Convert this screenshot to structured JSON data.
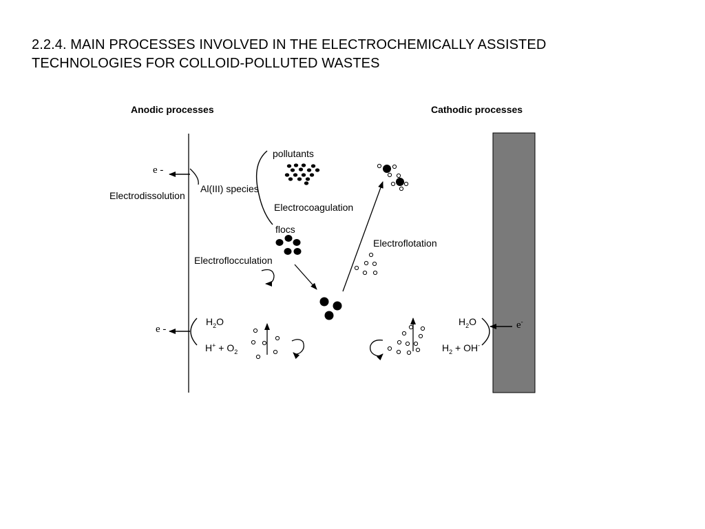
{
  "title": {
    "line1": "2.2.4. MAIN PROCESSES INVOLVED IN THE ELECTROCHEMICALLY ASSISTED",
    "line2": "TECHNOLOGIES FOR COLLOID-POLLUTED WASTES"
  },
  "diagram": {
    "anodic_heading": "Anodic processes",
    "cathodic_heading": "Cathodic processes",
    "electron_top": "e -",
    "electron_bottom": "e -",
    "electron_cathode": "e",
    "electron_cathode_sup": "-",
    "electrodissolution": "Electrodissolution",
    "al_species": "Al(III) species",
    "pollutants": "pollutants",
    "electrocoagulation": "Electrocoagulation",
    "flocs": "flocs",
    "electroflocculation": "Electroflocculation",
    "electroflotation": "Electroflotation",
    "anode_h2o_h": "H",
    "anode_h2o_sub": "2",
    "anode_h2o_o": "O",
    "anode_prod_h": "H",
    "anode_prod_sup": "+",
    "anode_prod_mid": " + O",
    "anode_prod_sub": "2",
    "cathode_h2o_h": "H",
    "cathode_h2o_sub": "2",
    "cathode_h2o_o": "O",
    "cathode_prod_h": "H",
    "cathode_prod_sub": "2",
    "cathode_prod_mid": " + OH",
    "cathode_prod_sup": "-",
    "colors": {
      "cathode_fill": "#7a7a7a",
      "ink": "#000000"
    }
  }
}
